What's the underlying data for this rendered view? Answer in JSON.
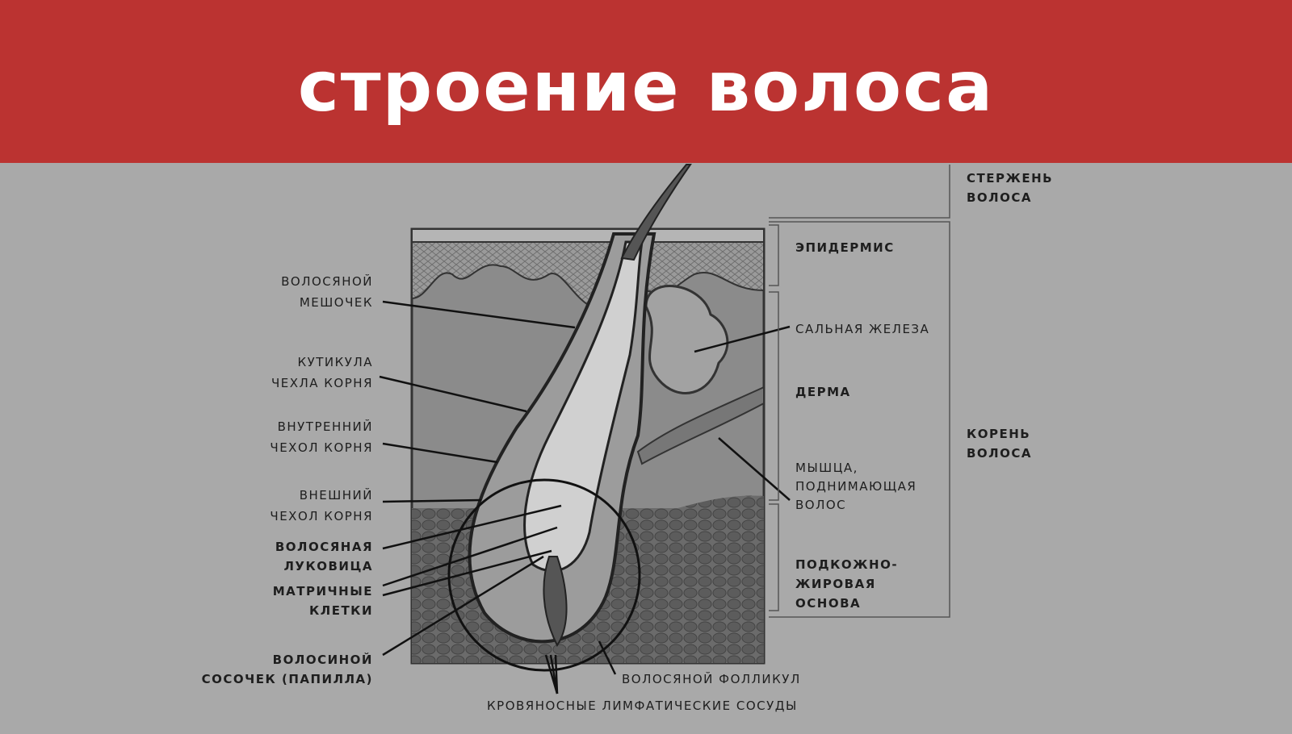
{
  "title": "строение волоса",
  "left_labels": [
    {
      "lines": [
        "ВОЛОСЯНОЙ",
        "МЕШОЧЕК"
      ]
    },
    {
      "lines": [
        "КУТИКУЛА",
        "ЧЕХЛА КОРНЯ"
      ]
    },
    {
      "lines": [
        "ВНУТРЕННИЙ",
        "ЧЕХОЛ КОРНЯ"
      ]
    },
    {
      "lines": [
        "ВНЕШНИЙ",
        "ЧЕХОЛ КОРНЯ"
      ]
    },
    {
      "lines": [
        "ВОЛОСЯНАЯ",
        "ЛУКОВИЦА"
      ]
    },
    {
      "lines": [
        "МАТРИЧНЫЕ",
        "КЛЕТКИ"
      ]
    },
    {
      "lines": [
        "ВОЛОСИНОЙ",
        "СОСОЧЕК (ПАПИЛЛА)"
      ]
    }
  ],
  "right_labels": {
    "epidermis": "ЭПИДЕРМИС",
    "sebaceous": "САЛЬНАЯ ЖЕЛЕЗА",
    "dermis": "ДЕРМА",
    "muscle": [
      "МЫШЦА,",
      "ПОДНИМАЮЩАЯ",
      "ВОЛОС"
    ],
    "subcutaneous": [
      "ПОДКОЖНО-",
      "ЖИРОВАЯ",
      "ОСНОВА"
    ]
  },
  "far_right": {
    "shaft": [
      "СТЕРЖЕНЬ",
      "ВОЛОСА"
    ],
    "root": [
      "КОРЕНЬ",
      "ВОЛОСА"
    ]
  },
  "bottom_labels": {
    "follicle": "ВОЛОСЯНОЙ ФОЛЛИКУЛ",
    "vessels": "КРОВЯНОСНЫЕ ЛИМФАТИЧЕСКИЕ СОСУДЫ"
  },
  "colors": {
    "banner": "#bb3331",
    "background": "#a9a9a9"
  }
}
